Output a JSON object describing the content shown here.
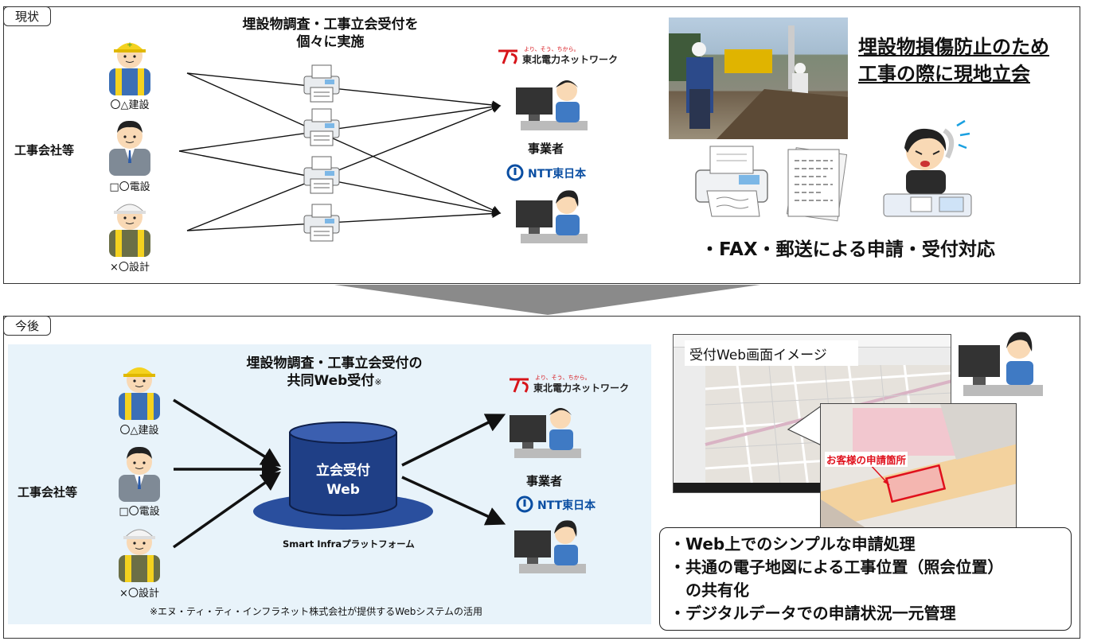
{
  "current": {
    "tag": "現状",
    "companies_label": "工事会社等",
    "workers": [
      "〇△建設",
      "□〇電設",
      "×〇設計"
    ],
    "title_line1": "埋設物調査・工事立会受付を",
    "title_line2": "個々に実施",
    "operator_label": "事業者",
    "tohoku_logo": "東北電力ネットワーク",
    "tohoku_tagline": "より、そう、ちから。",
    "ntt_logo": "NTT東日本",
    "headline_line1": "埋設物損傷防止のため",
    "headline_line2": "工事の際に現地立会",
    "fax_note": "・FAX・郵送による申請・受付対応"
  },
  "future": {
    "tag": "今後",
    "companies_label": "工事会社等",
    "workers": [
      "〇△建設",
      "□〇電設",
      "×〇設計"
    ],
    "title_line1": "埋設物調査・工事立会受付の",
    "title_line2": "共同Web受付",
    "title_mark": "※",
    "db_line1": "立会受付",
    "db_line2": "Web",
    "platform_label": "Smart Infraプラットフォーム",
    "footnote": "※エヌ・ティ・ティ・インフラネット株式会社が提供するWebシステムの活用",
    "operator_label": "事業者",
    "tohoku_logo": "東北電力ネットワーク",
    "tohoku_tagline": "より、そう、ちから。",
    "ntt_logo": "NTT東日本",
    "screen_label": "受付Web画面イメージ",
    "map_callout": "お客様の申請箇所",
    "bullets": [
      "・Web上でのシンプルな申請処理",
      "・共通の電子地図による工事位置（照会位置）",
      "　の共有化",
      "・デジタルデータでの申請状況一元管理"
    ]
  },
  "colors": {
    "tohoku_red": "#d7141a",
    "ntt_blue": "#0a4ea2",
    "db_blue": "#1f3f86",
    "future_bg": "#e8f3fa"
  }
}
